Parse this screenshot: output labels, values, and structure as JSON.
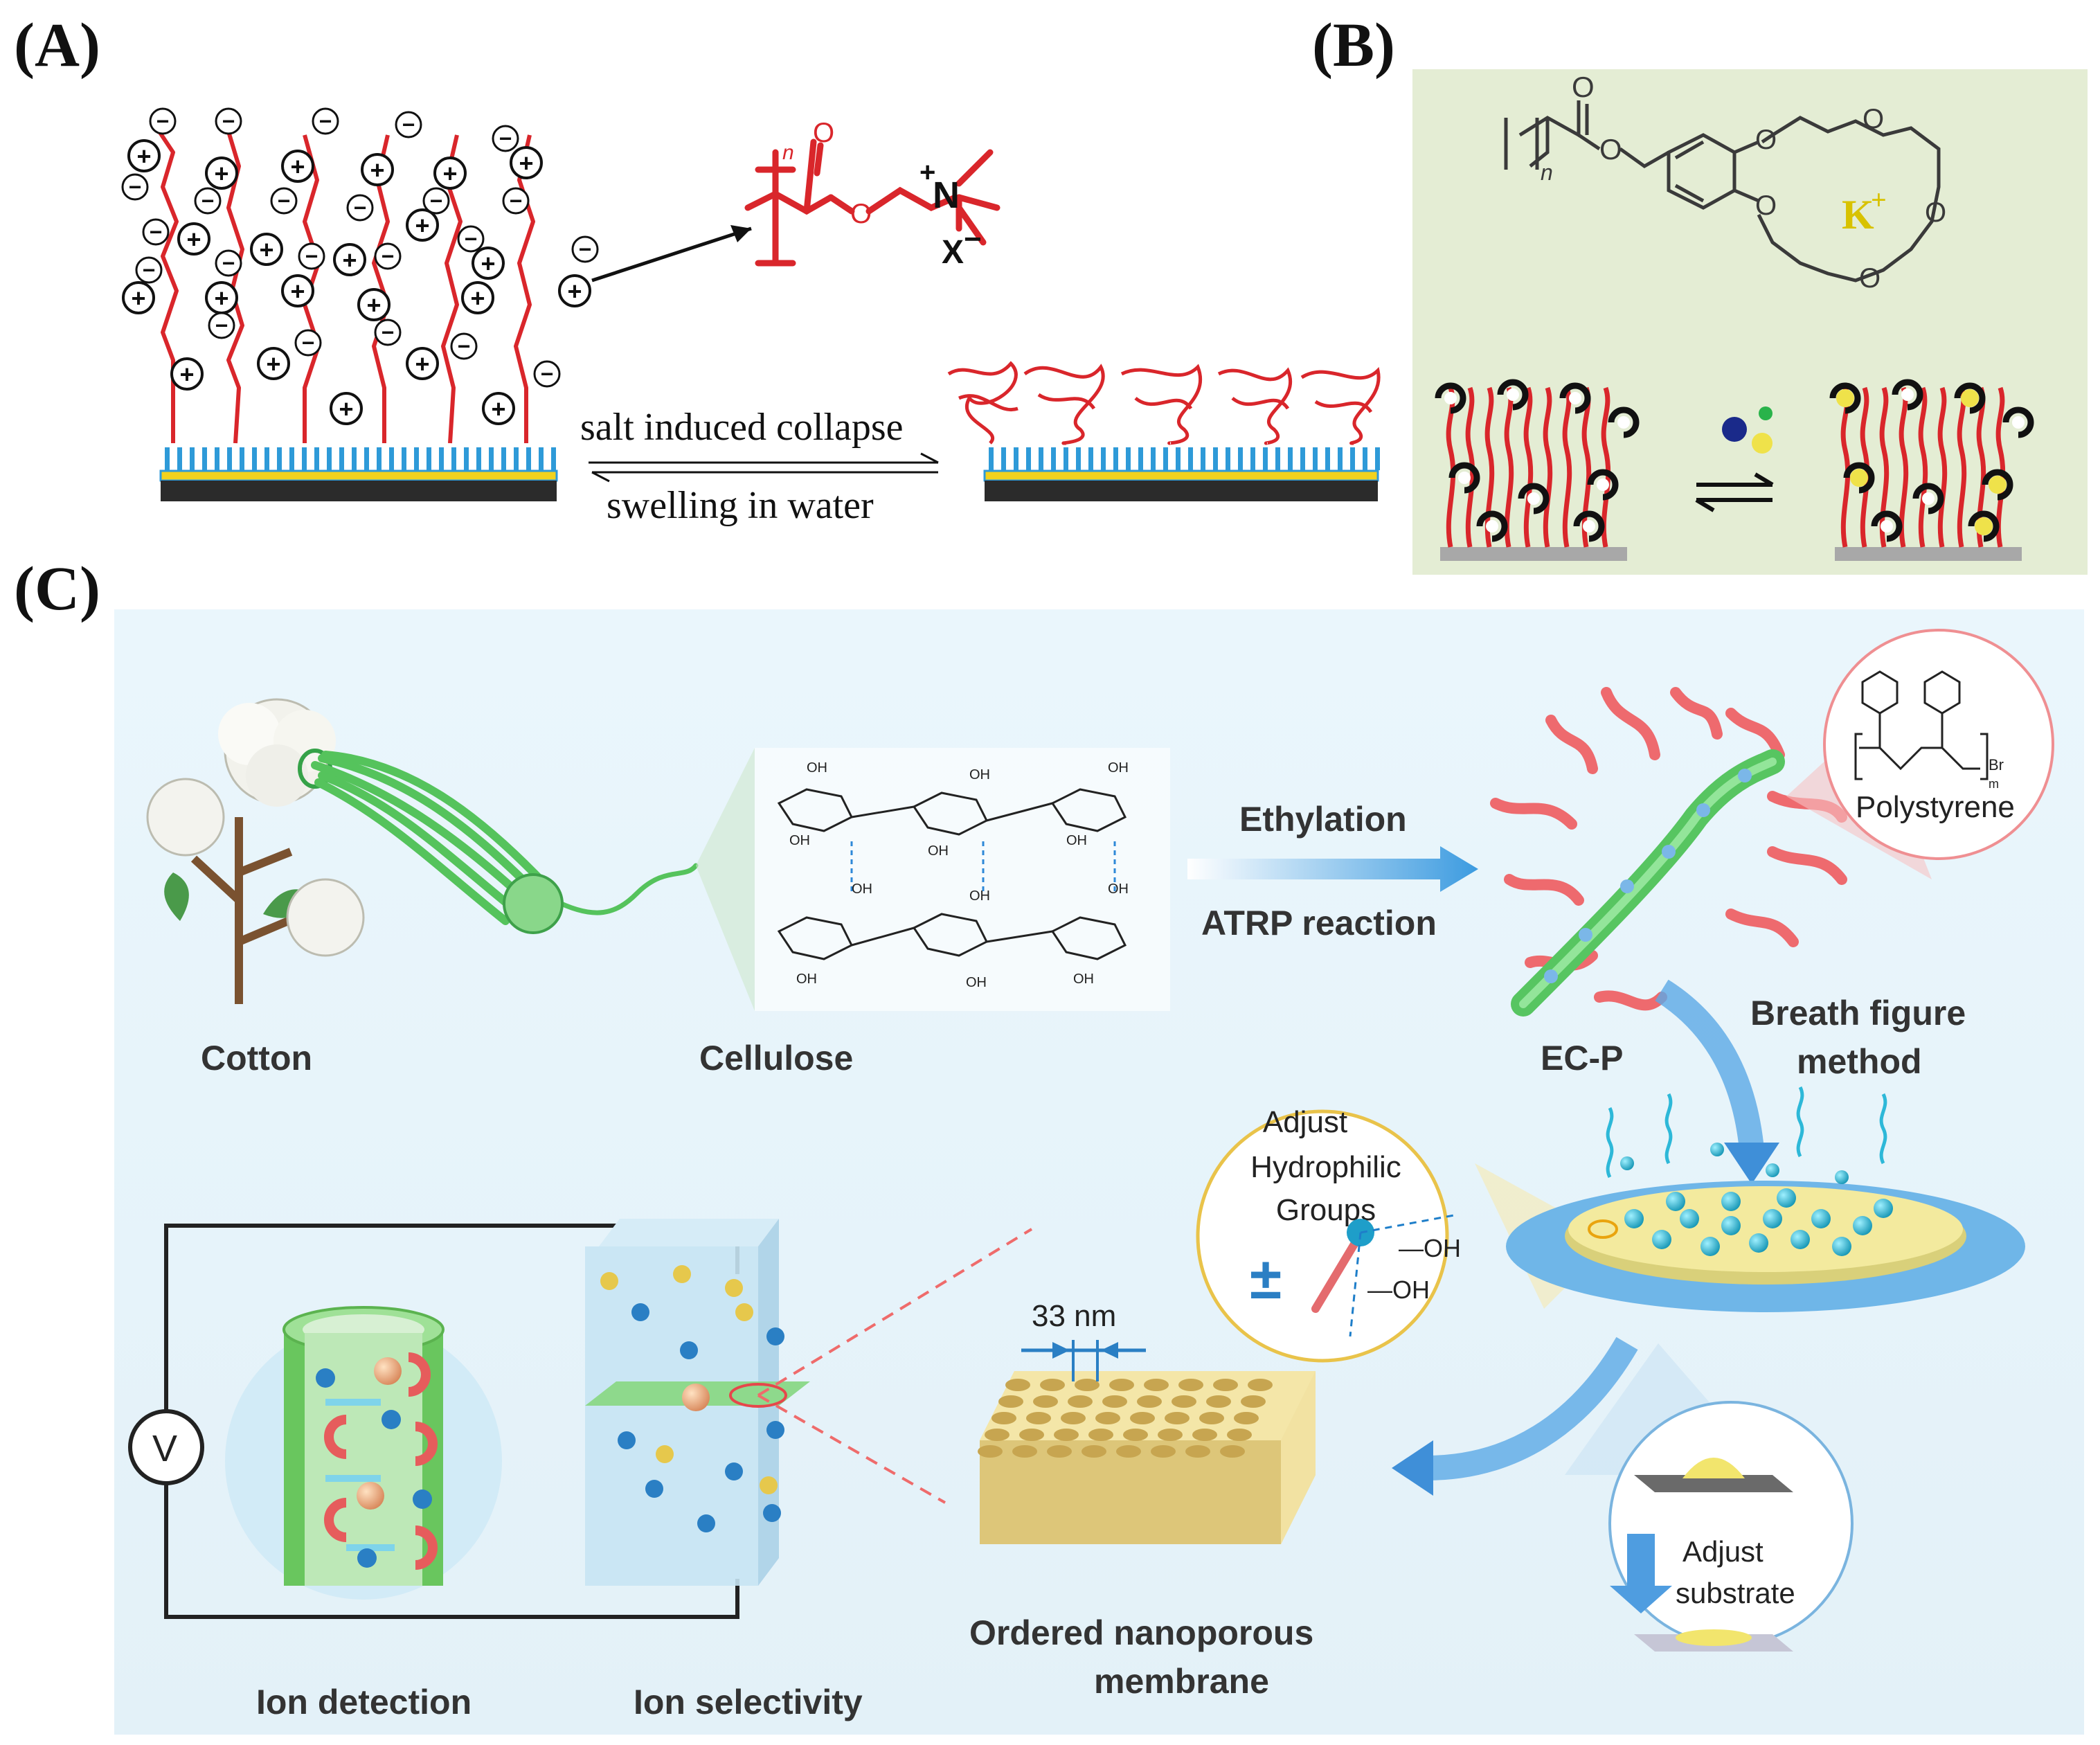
{
  "panels": {
    "a": {
      "label": "(A)",
      "arrow_top": "salt induced collapse",
      "arrow_bottom": "swelling in water",
      "chem": {
        "n": "n",
        "n_plus": "N",
        "plus": "+",
        "x_minus": "X",
        "minus": "−",
        "o1": "O",
        "o2": "O"
      },
      "plus_sign": "+",
      "minus_sign": "−"
    },
    "b": {
      "label": "(B)",
      "k_ion": "K",
      "k_charge": "+",
      "chem": {
        "n": "n",
        "o": "O"
      }
    },
    "c": {
      "label": "(C)",
      "cotton": "Cotton",
      "cellulose": "Cellulose",
      "ethylation": "Ethylation",
      "atrp": "ATRP reaction",
      "ecp": "EC-P",
      "breath_line1": "Breath figure",
      "breath_line2": "method",
      "polystyrene": "Polystyrene",
      "br": "Br",
      "m": "m",
      "adjust_line1": "Adjust",
      "adjust_line2": "Hydrophilic",
      "adjust_line3": "Groups",
      "pm_sign": "±",
      "oh": "—OH",
      "oh_short": "OH",
      "size_label": "33 nm",
      "membrane_line1": "Ordered nanoporous",
      "membrane_line2": "membrane",
      "substrate_line1": "Adjust",
      "substrate_line2": "substrate",
      "volt": "V",
      "ion_detection": "Ion detection",
      "ion_selectivity": "Ion selectivity"
    }
  },
  "colors": {
    "polymer_red": "#d9262b",
    "brush_blue": "#2e9ad8",
    "gold": "#e8c52a",
    "substrate_dark": "#2b2b2b",
    "green_fiber": "#5fc46a",
    "pink_chain": "#ee6a6e",
    "bg_c": "#e6f3fa",
    "bg_b": "#e4edd4",
    "ion_blue": "#2a7fc4",
    "k_yellow": "#d8c200"
  }
}
